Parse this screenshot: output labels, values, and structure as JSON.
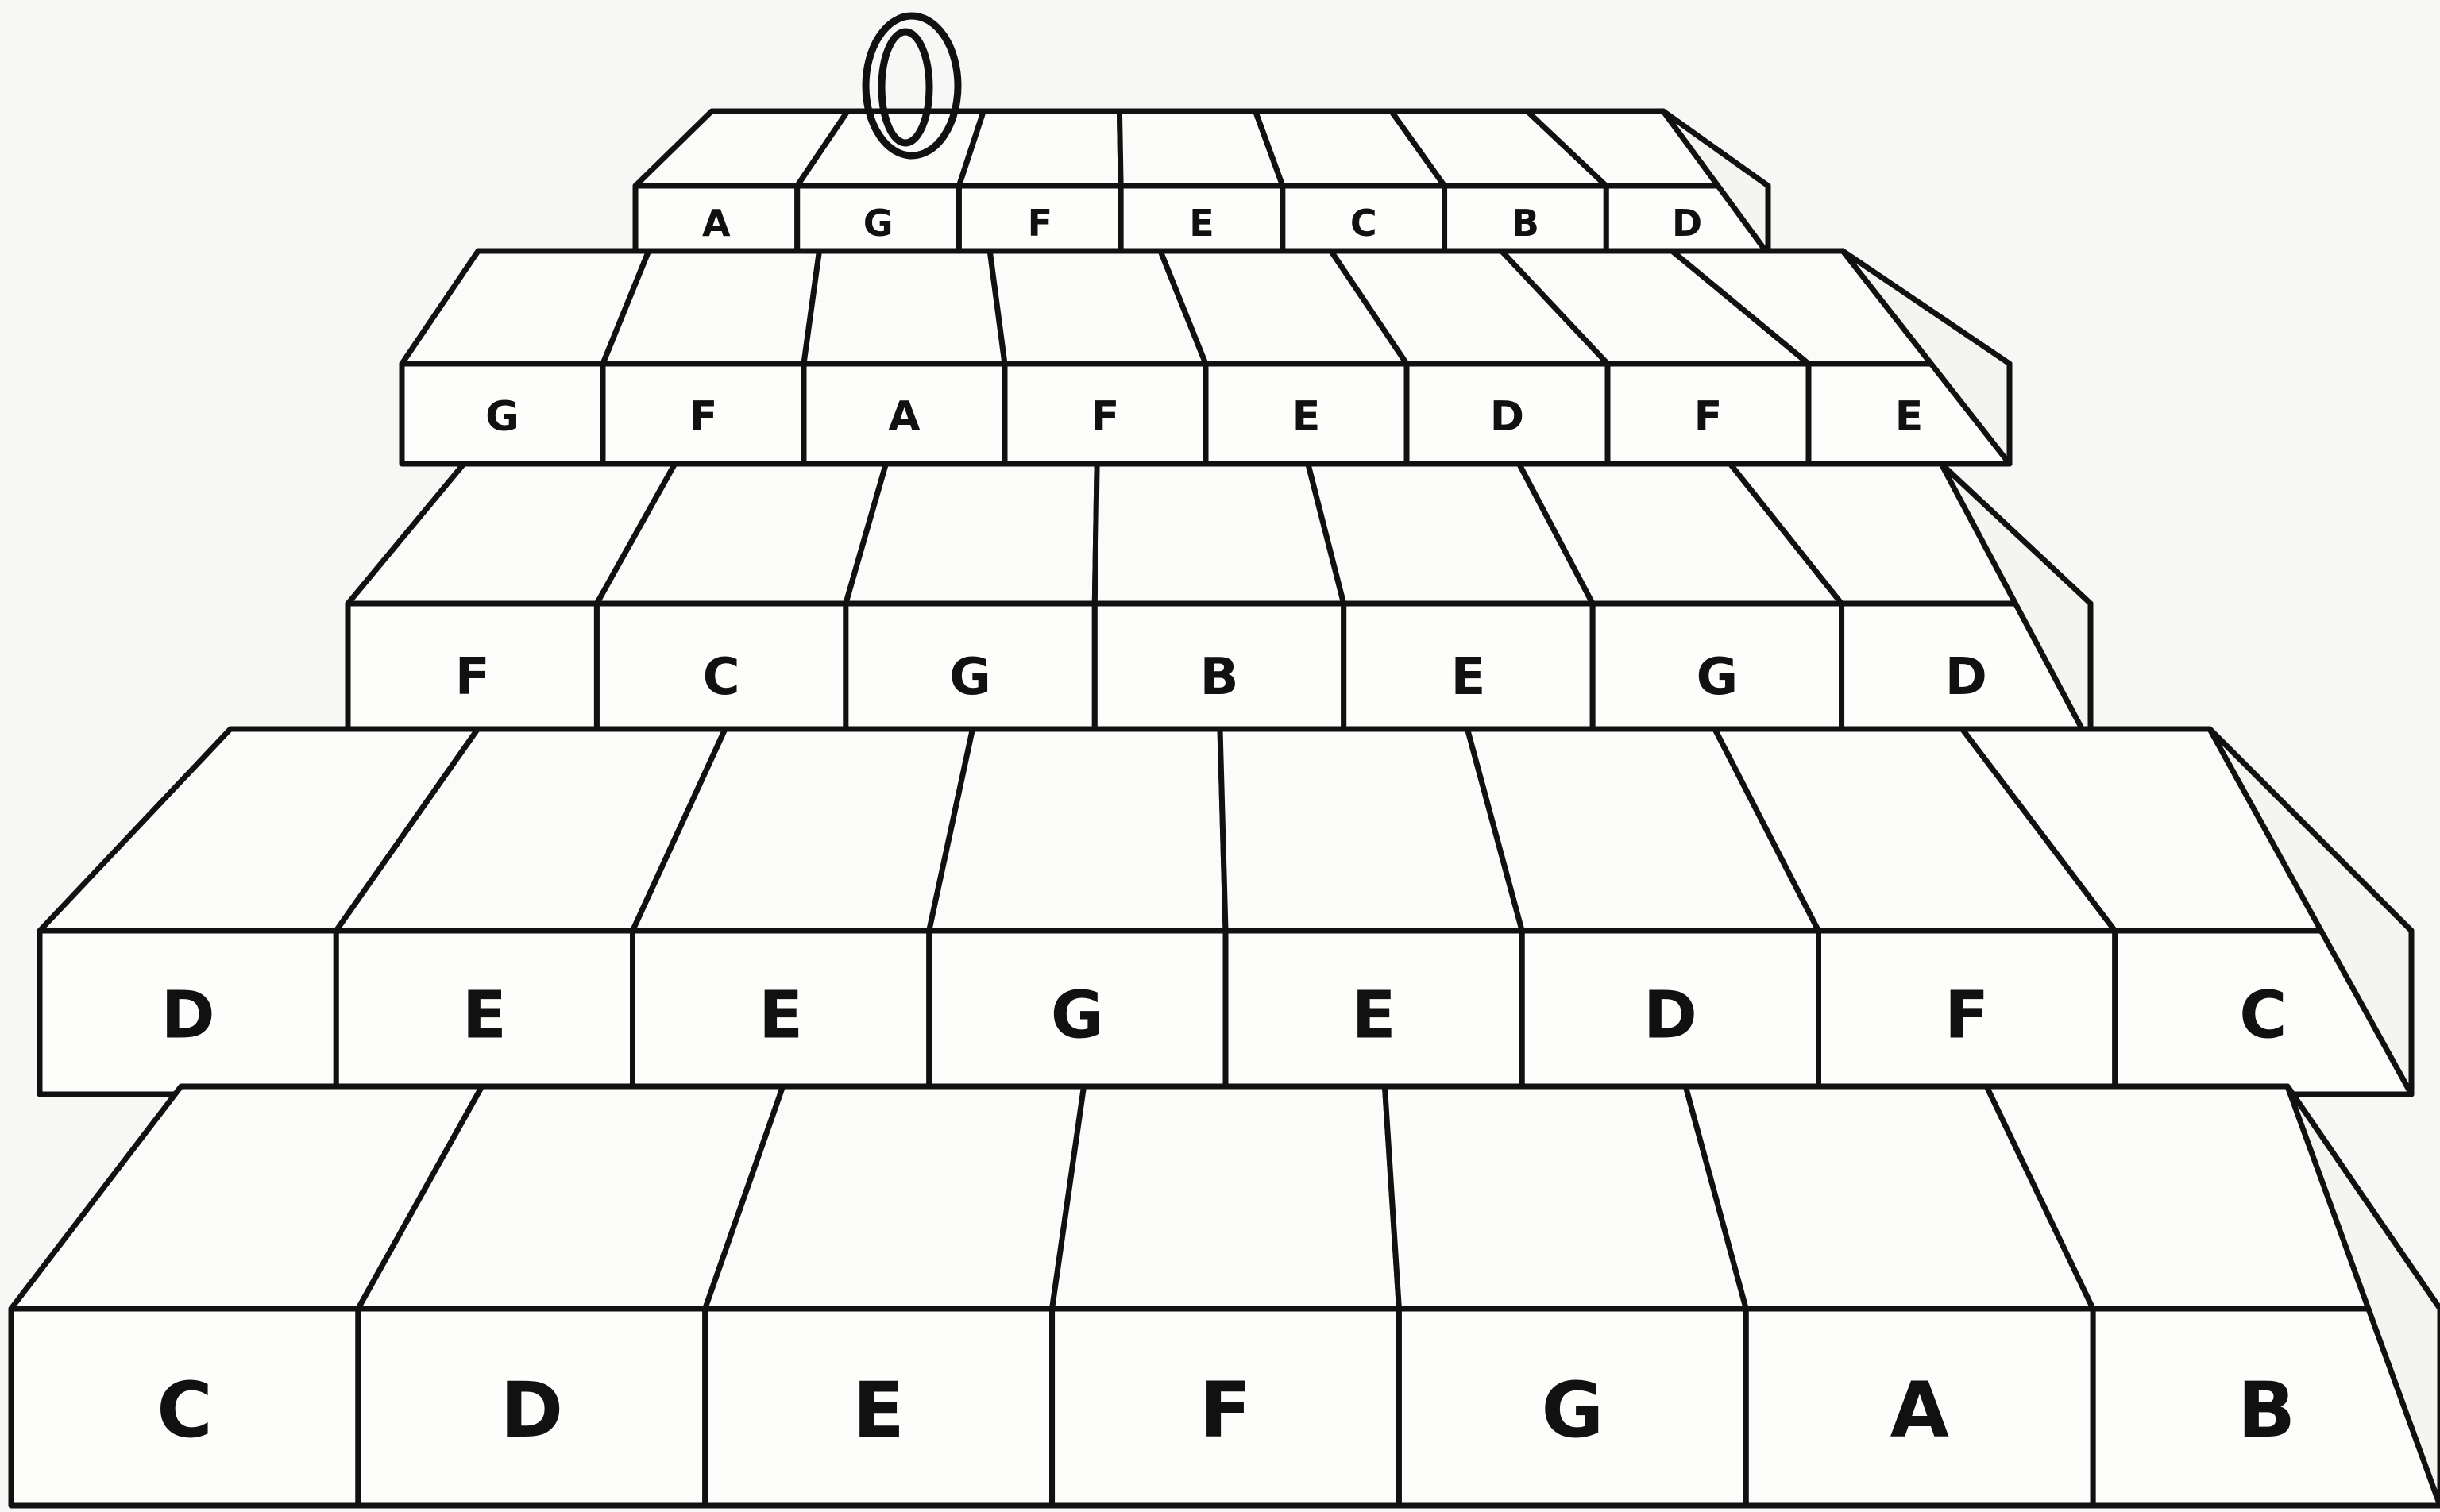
{
  "game": {
    "rows": [
      {
        "notes": [
          "A",
          "G",
          "F",
          "E",
          "C",
          "B",
          "D"
        ]
      },
      {
        "notes": [
          "G",
          "F",
          "A",
          "F",
          "E",
          "D",
          "F",
          "E"
        ]
      },
      {
        "notes": [
          "F",
          "C",
          "G",
          "B",
          "E",
          "G",
          "D"
        ]
      },
      {
        "notes": [
          "D",
          "E",
          "E",
          "G",
          "E",
          "D",
          "F",
          "C"
        ]
      },
      {
        "notes": [
          "C",
          "D",
          "E",
          "F",
          "G",
          "A",
          "B"
        ]
      }
    ],
    "token": {
      "icon": "ring-icon",
      "row": 1,
      "column": 2
    }
  }
}
